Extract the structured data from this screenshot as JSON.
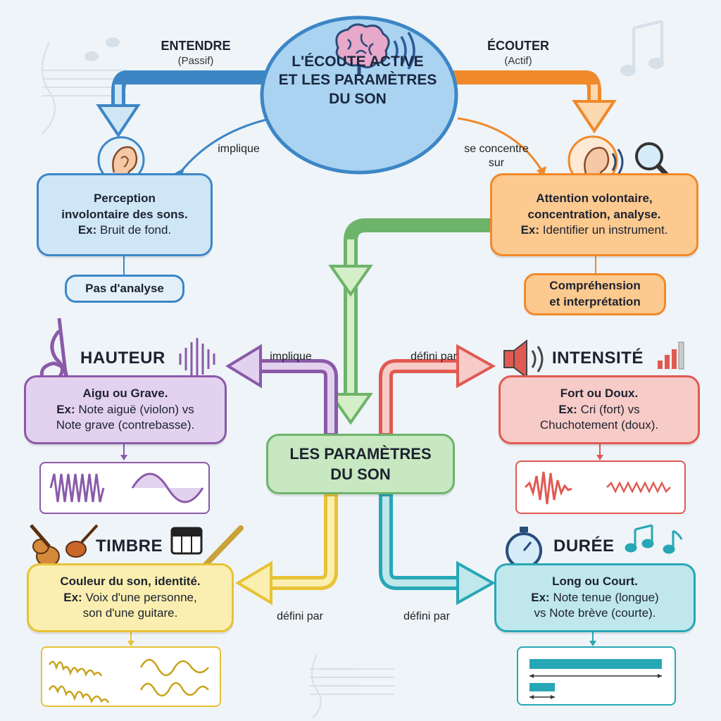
{
  "center": {
    "line1": "L'ÉCOUTE ACTIVE",
    "line2": "ET LES PARAMÈTRES",
    "line3": "DU SON"
  },
  "left_branch": {
    "title": "ENTENDRE",
    "subtitle": "(Passif)",
    "connector": "implique",
    "box_line1": "Perception",
    "box_line2": "involontaire des sons.",
    "box_ex_label": "Ex:",
    "box_ex_text": "Bruit de fond.",
    "pill": "Pas d'analyse"
  },
  "right_branch": {
    "title": "ÉCOUTER",
    "subtitle": "(Actif)",
    "connector_line1": "se concentre",
    "connector_line2": "sur",
    "box_line1": "Attention volontaire,",
    "box_line2": "concentration, analyse.",
    "box_ex_label": "Ex:",
    "box_ex_text": "Identifier un instrument.",
    "pill_line1": "Compréhension",
    "pill_line2": "et interprétation"
  },
  "params_center": {
    "line1": "LES PARAMÈTRES",
    "line2": "DU SON"
  },
  "hauteur": {
    "title": "HAUTEUR",
    "connector": "implique",
    "line1": "Aigu ou Grave.",
    "ex_label": "Ex:",
    "ex_text": "Note aiguë (violon) vs",
    "line3": "Note grave (contrebasse)."
  },
  "intensite": {
    "title": "INTENSITÉ",
    "connector": "défini par",
    "line1": "Fort ou Doux.",
    "ex_label": "Ex:",
    "ex_text": "Cri (fort) vs",
    "line3": "Chuchotement (doux)."
  },
  "timbre": {
    "title": "TIMBRE",
    "connector": "défini par",
    "line1": "Couleur du son, identité.",
    "ex_label": "Ex:",
    "ex_text": "Voix d'une personne,",
    "line3": "son d'une guitare."
  },
  "duree": {
    "title": "DURÉE",
    "connector": "défini par",
    "line1": "Long ou Court.",
    "ex_label": "Ex:",
    "ex_text": "Note tenue (longue)",
    "line3": "vs Note brève (courte)."
  },
  "colors": {
    "blue": "#3d86c6",
    "orange": "#f0892a",
    "green": "#6db36a",
    "purple": "#8a5aa8",
    "red": "#e05a52",
    "yellow": "#e8c235",
    "teal": "#27a7b5"
  },
  "icons": [
    "brain-icon",
    "sound-waves-icon",
    "ear-icon",
    "magnifier-icon",
    "treble-clef-icon",
    "music-notes-icon",
    "speaker-icon",
    "volume-bars-icon",
    "guitar-icon",
    "violin-icon",
    "piano-icon",
    "flute-icon",
    "stopwatch-icon"
  ]
}
